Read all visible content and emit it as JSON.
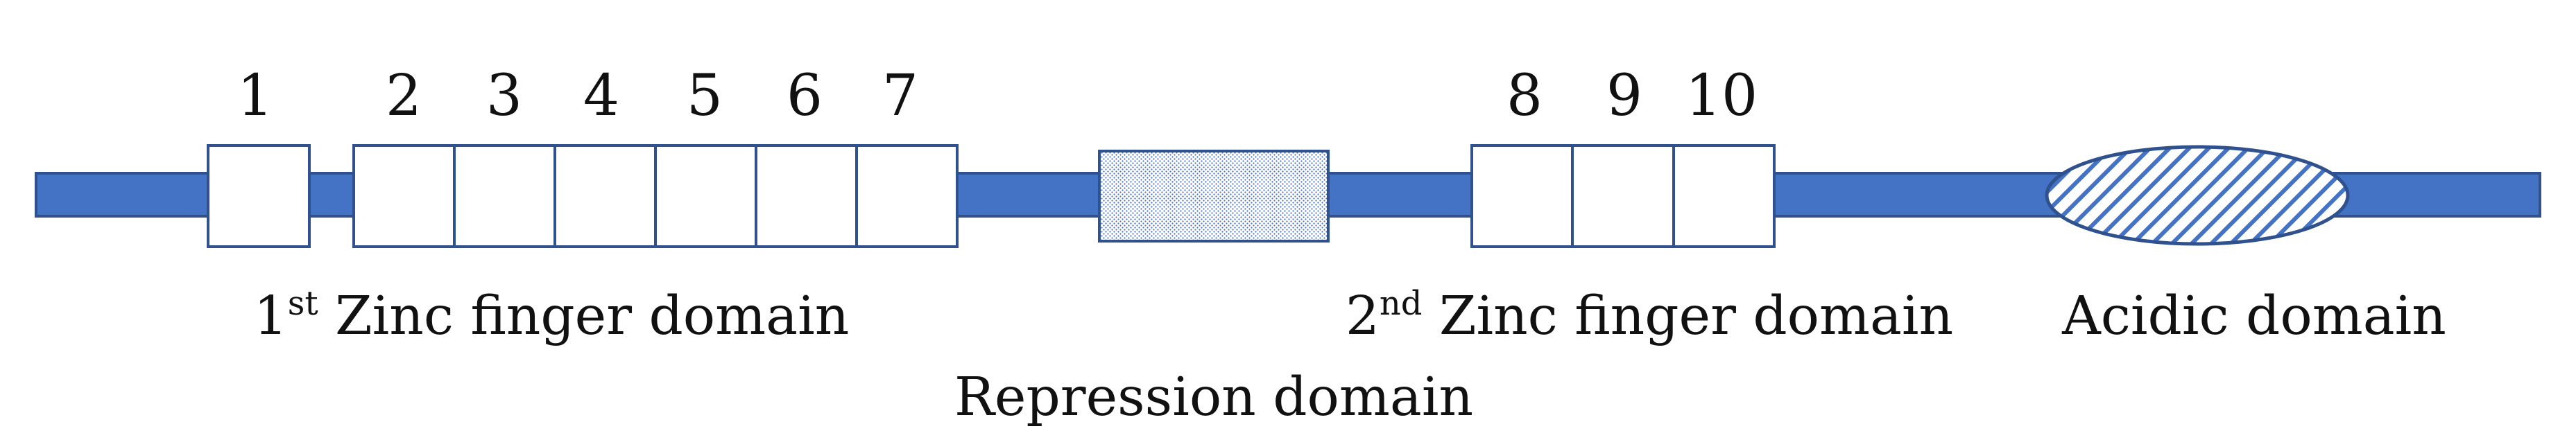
{
  "colors": {
    "backbone": "#4472c4",
    "outline": "#2f528f",
    "box_fill": "#ffffff",
    "text": "#111111"
  },
  "finger_numbers": [
    "1",
    "2",
    "3",
    "4",
    "5",
    "6",
    "7",
    "8",
    "9",
    "10"
  ],
  "labels": {
    "first_zinc": {
      "ord_num": "1",
      "ord_suffix": "st",
      "rest": " Zinc finger domain"
    },
    "second_zinc": {
      "ord_num": "2",
      "ord_suffix": "nd",
      "rest": " Zinc finger domain"
    },
    "repression": "Repression domain",
    "acidic": "Acidic domain"
  },
  "patterns": {
    "repression_domain": "stipple",
    "acidic_domain": "diagonal-hatch"
  }
}
